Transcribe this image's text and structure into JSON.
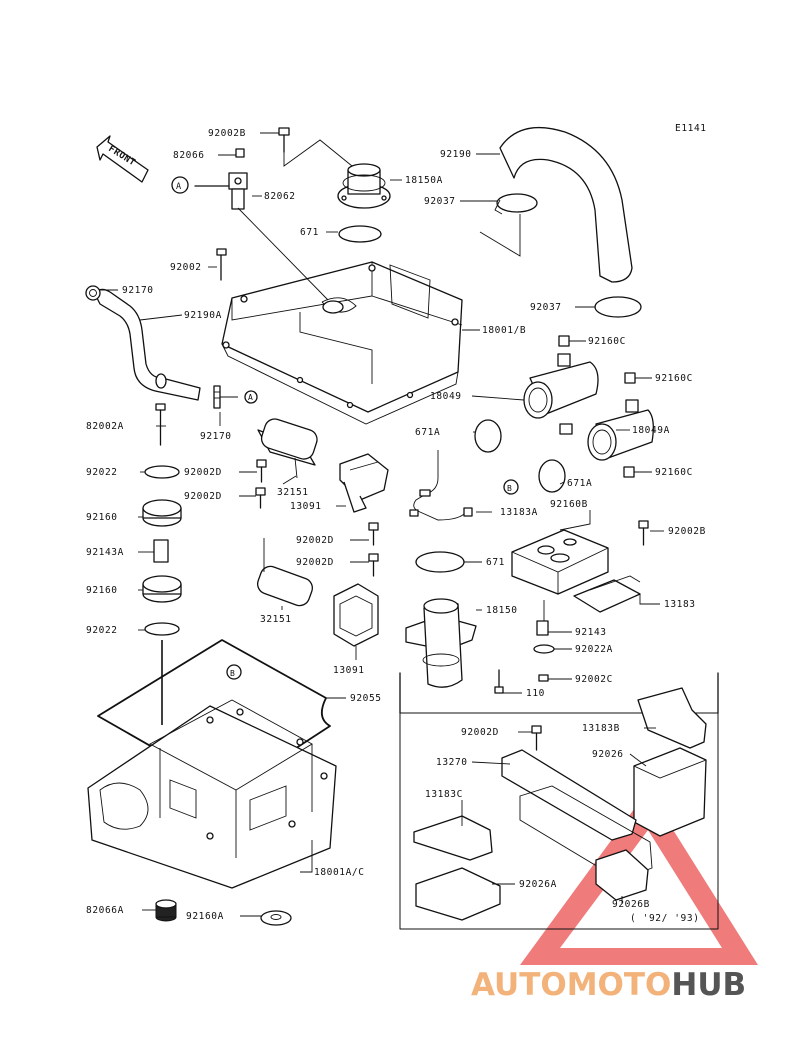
{
  "diagram_code": "E1141",
  "front_label": "FRONT",
  "callouts": [
    "A",
    "B"
  ],
  "inset_note": "( '92/ '93)",
  "watermark": {
    "part1": "AUTOMOTO",
    "part2": "HUB",
    "color1": "#f2b27a",
    "color2": "#555555",
    "triangle_color": "#ea4f4f"
  },
  "parts": [
    {
      "id": "p-92002b-top",
      "number": "92002B"
    },
    {
      "id": "p-82066",
      "number": "82066"
    },
    {
      "id": "p-82062",
      "number": "82062"
    },
    {
      "id": "p-18150a",
      "number": "18150A"
    },
    {
      "id": "p-671-top",
      "number": "671"
    },
    {
      "id": "p-92190",
      "number": "92190"
    },
    {
      "id": "p-92037-top",
      "number": "92037"
    },
    {
      "id": "p-92002",
      "number": "92002"
    },
    {
      "id": "p-92170",
      "number": "92170"
    },
    {
      "id": "p-92190a",
      "number": "92190A"
    },
    {
      "id": "p-92037",
      "number": "92037"
    },
    {
      "id": "p-18001b",
      "number": "18001/B"
    },
    {
      "id": "p-92160c-1",
      "number": "92160C"
    },
    {
      "id": "p-18049",
      "number": "18049"
    },
    {
      "id": "p-92160c-2",
      "number": "92160C"
    },
    {
      "id": "p-82002a",
      "number": "82002A"
    },
    {
      "id": "p-92170b",
      "number": "92170"
    },
    {
      "id": "p-671a",
      "number": "671A"
    },
    {
      "id": "p-18049a",
      "number": "18049A"
    },
    {
      "id": "p-92022",
      "number": "92022"
    },
    {
      "id": "p-92002d-1",
      "number": "92002D"
    },
    {
      "id": "p-92160c-3",
      "number": "92160C"
    },
    {
      "id": "p-92002d-2",
      "number": "92002D"
    },
    {
      "id": "p-32151",
      "number": "32151"
    },
    {
      "id": "p-13091",
      "number": "13091"
    },
    {
      "id": "p-671a-2",
      "number": "671A"
    },
    {
      "id": "p-92160b",
      "number": "92160B"
    },
    {
      "id": "p-92160",
      "number": "92160"
    },
    {
      "id": "p-13183a",
      "number": "13183A"
    },
    {
      "id": "p-92002b",
      "number": "92002B"
    },
    {
      "id": "p-92002d-3",
      "number": "92002D"
    },
    {
      "id": "p-92143a",
      "number": "92143A"
    },
    {
      "id": "p-92002d-4",
      "number": "92002D"
    },
    {
      "id": "p-671",
      "number": "671"
    },
    {
      "id": "p-92160-2",
      "number": "92160"
    },
    {
      "id": "p-13183",
      "number": "13183"
    },
    {
      "id": "p-32151-2",
      "number": "32151"
    },
    {
      "id": "p-18150",
      "number": "18150"
    },
    {
      "id": "p-92022-2",
      "number": "92022"
    },
    {
      "id": "p-92143",
      "number": "92143"
    },
    {
      "id": "p-13091-2",
      "number": "13091"
    },
    {
      "id": "p-92022a",
      "number": "92022A"
    },
    {
      "id": "p-92002c",
      "number": "92002C"
    },
    {
      "id": "p-92055",
      "number": "92055"
    },
    {
      "id": "p-110",
      "number": "110"
    },
    {
      "id": "p-92002d-5",
      "number": "92002D"
    },
    {
      "id": "p-13183b",
      "number": "13183B"
    },
    {
      "id": "p-92026",
      "number": "92026"
    },
    {
      "id": "p-13270",
      "number": "13270"
    },
    {
      "id": "p-13183c",
      "number": "13183C"
    },
    {
      "id": "p-18001ac",
      "number": "18001A/C"
    },
    {
      "id": "p-92026a",
      "number": "92026A"
    },
    {
      "id": "p-92026b",
      "number": "92026B"
    },
    {
      "id": "p-82066a",
      "number": "82066A"
    },
    {
      "id": "p-92160a",
      "number": "92160A"
    }
  ]
}
